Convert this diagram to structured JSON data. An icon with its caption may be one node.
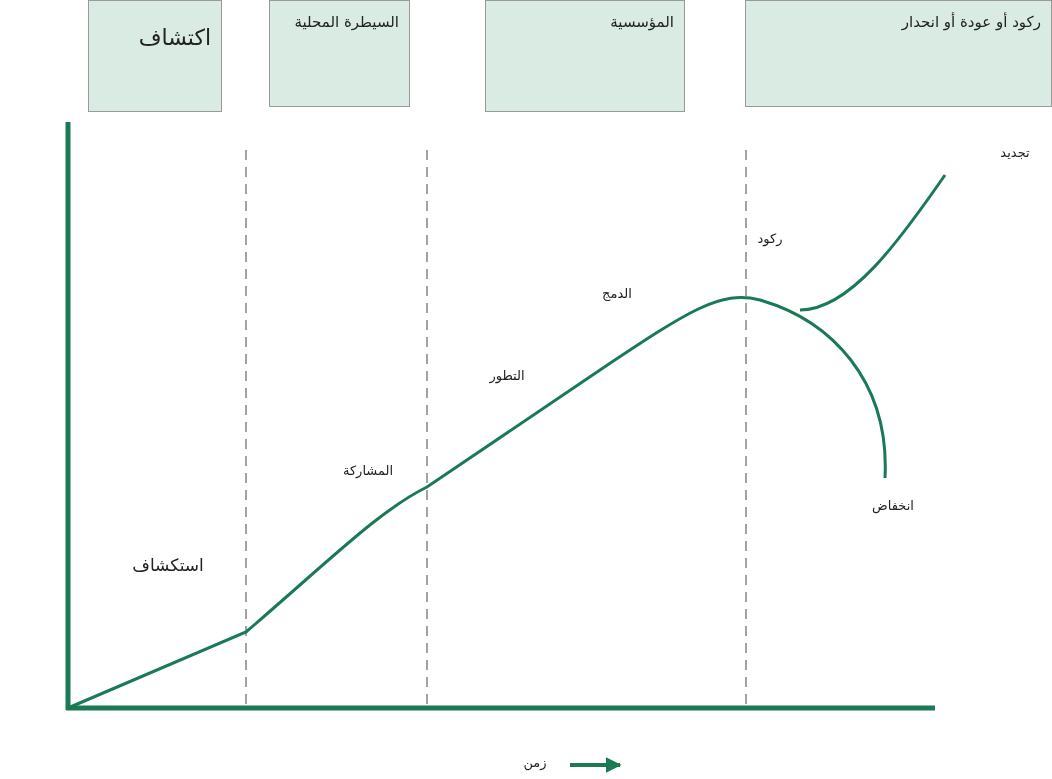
{
  "diagram": {
    "nodes": [
      {
        "text": [
          "اكتشاف"
        ]
      },
      {
        "text": [
          "السيطرة المحلية"
        ]
      },
      {
        "text": [
          "المؤسسية"
        ]
      },
      {
        "text": [
          "ركود أو عودة أو انحدار"
        ]
      }
    ],
    "labels": [
      "تجديد",
      "ركود",
      "الدمج",
      "التطور",
      "المشاركة",
      "انخفاض",
      "استكشاف",
      "زمن"
    ]
  }
}
